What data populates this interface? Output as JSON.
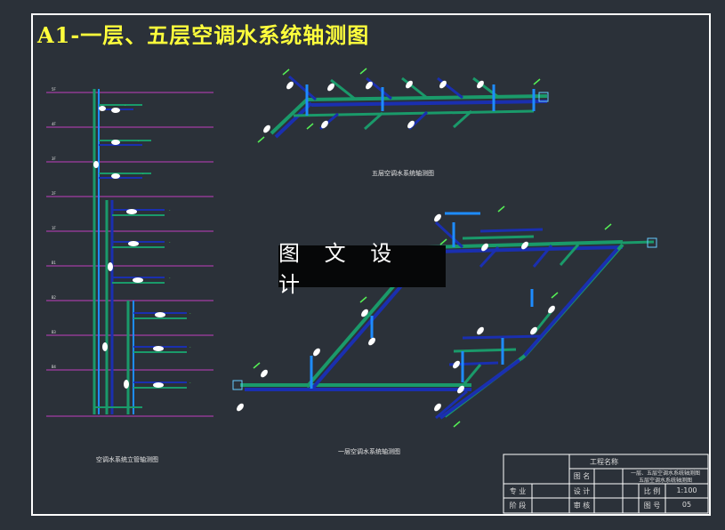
{
  "drawing": {
    "title": "A1-一层、五层空调水系统轴测图",
    "watermark": "图 文 设 计",
    "labels": {
      "riser_caption": "空调水系统立管轴测图",
      "fifth_floor_caption": "五层空调水系统轴测图",
      "first_floor_caption": "一层空调水系统轴测图"
    }
  },
  "title_block": {
    "project_label": "工程名称",
    "drawing_label": "图 名",
    "drawing_name_line1": "一层、五层空调水系统轴测图",
    "drawing_name_line2": "五层空调水系统轴测图",
    "design_label": "设 计",
    "review_label": "审 核",
    "major_label": "专 业",
    "stage_label": "阶 段",
    "scale_label": "比 例",
    "scale_value": "1:100",
    "sheet_label": "图 号",
    "sheet_value": "05"
  },
  "colors": {
    "background": "#2b3139",
    "frame": "#ffffff",
    "title": "#ffff3c",
    "floor_line": "#c040c0",
    "supply_pipe": "#1a9a6a",
    "return_pipe": "#1a2fb0",
    "riser_pipe": "#1e8cff"
  }
}
